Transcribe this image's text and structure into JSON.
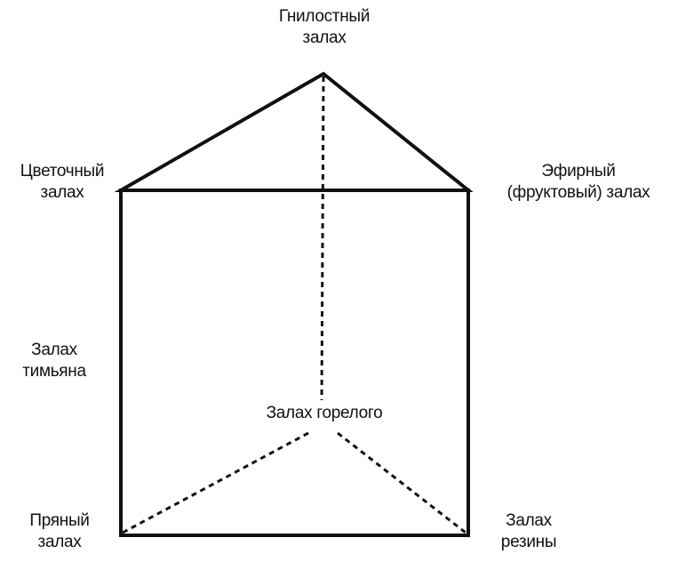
{
  "diagram": {
    "labels": {
      "top": [
        "Гнилостный",
        "залах"
      ],
      "top_left": [
        "Цветочный",
        "залах"
      ],
      "top_right": [
        "Эфирный",
        "(фруктовый) залах"
      ],
      "middle_left": [
        "Залах",
        "тимьяна"
      ],
      "center": [
        "Залах горелого"
      ],
      "bottom_left": [
        "Пряный",
        "залах"
      ],
      "bottom_right": [
        "Залах",
        "резины"
      ]
    },
    "colors": {
      "line": "#111111",
      "background": "#ffffff"
    }
  }
}
